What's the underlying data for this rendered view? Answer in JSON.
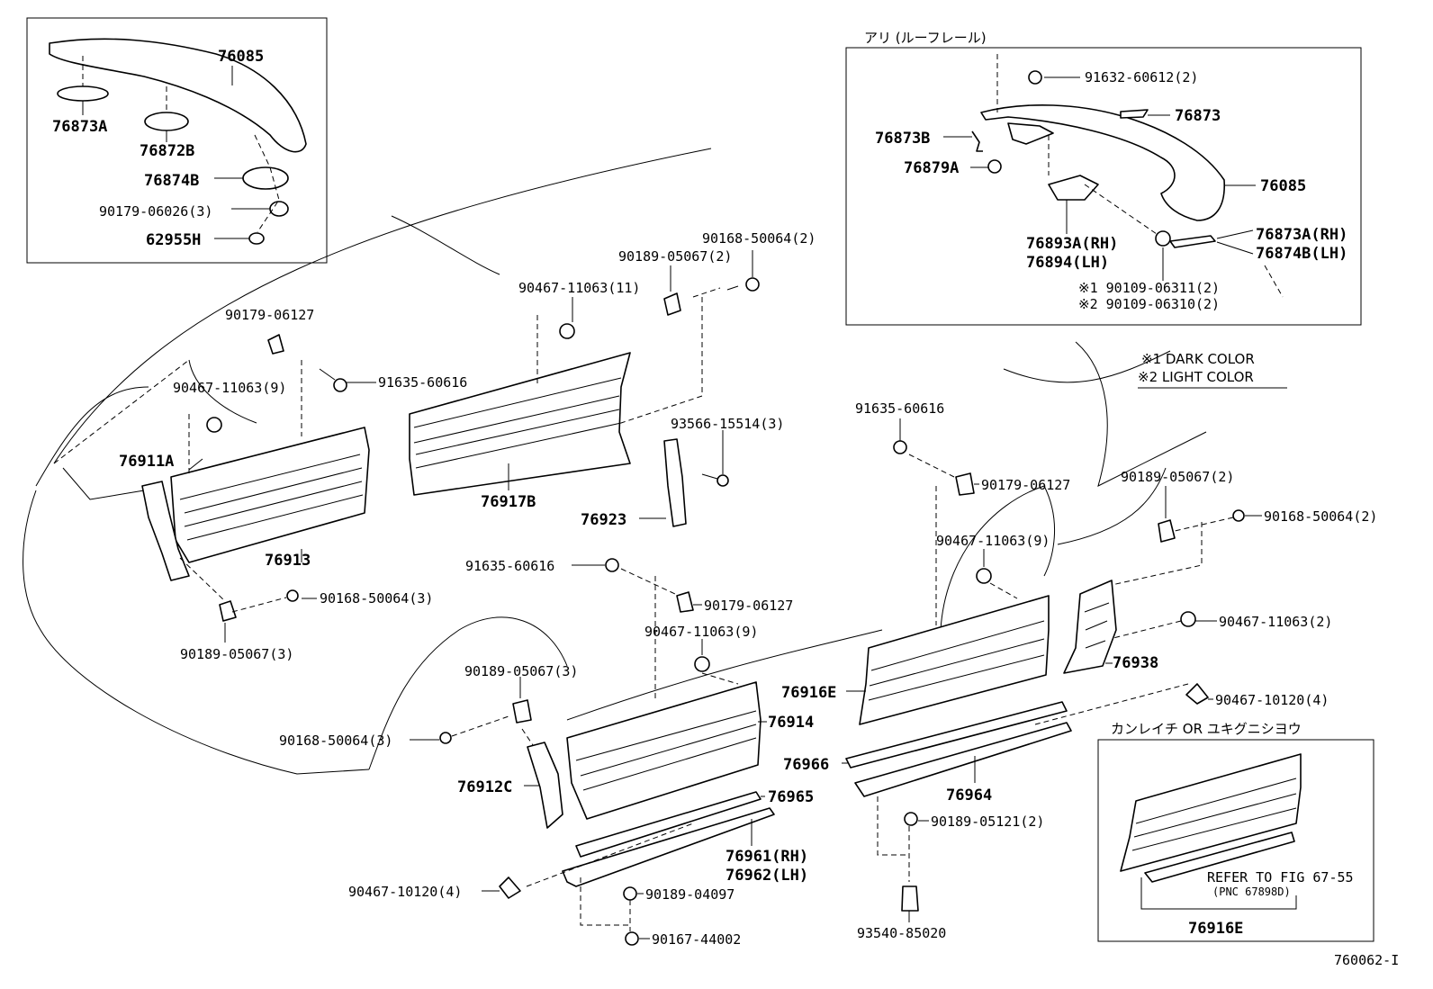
{
  "title_code": "760062-I",
  "legend": {
    "dark": "※1 DARK COLOR",
    "light": "※2 LIGHT COLOR"
  },
  "boxes": {
    "roof_rail_title": "アリ (ルーフレール)",
    "alt_title": "カンレイチ OR ユキグニシヨウ",
    "refer": "REFER TO FIG 67-55",
    "refer_pnc": "(PNC 67898D)"
  },
  "labels": {
    "topleft_76085": "76085",
    "topleft_76873A": "76873A",
    "topleft_76872B": "76872B",
    "topleft_76874B": "76874B",
    "topleft_90179_06026": "90179-06026(3)",
    "topleft_62955H": "62955H",
    "rr_91632": "91632-60612(2)",
    "rr_76873": "76873",
    "rr_76873B": "76873B",
    "rr_76879A": "76879A",
    "rr_76085": "76085",
    "rr_76893A": "76893A(RH)",
    "rr_76894": "76894(LH)",
    "rr_76873A": "76873A(RH)",
    "rr_76874B": "76874B(LH)",
    "rr_90109_06311": "※1 90109-06311(2)",
    "rr_90109_06310": "※2 90109-06310(2)",
    "m_90168_50064_2": "90168-50064(2)",
    "m_90189_05067_2": "90189-05067(2)",
    "m_90467_11063_11": "90467-11063(11)",
    "m_90179_06127_a": "90179-06127",
    "m_91635_60616_a": "91635-60616",
    "m_90467_11063_9a": "90467-11063(9)",
    "m_76911A": "76911A",
    "m_76913": "76913",
    "m_76917B": "76917B",
    "m_93566": "93566-15514(3)",
    "m_76923": "76923",
    "m_91635_60616_b": "91635-60616",
    "m_90179_06127_b": "90179-06127",
    "m_90168_50064_3a": "90168-50064(3)",
    "m_90189_05067_3a": "90189-05067(3)",
    "m_90467_11063_9b": "90467-11063(9)",
    "m_90189_05067_3b": "90189-05067(3)",
    "m_90168_50064_3b": "90168-50064(3)",
    "m_76914": "76914",
    "m_76912C": "76912C",
    "m_76965": "76965",
    "m_76961": "76961(RH)",
    "m_76962": "76962(LH)",
    "m_90467_10120_4a": "90467-10120(4)",
    "m_90189_04097": "90189-04097",
    "m_90167_44002": "90167-44002",
    "r_91635_60616": "91635-60616",
    "r_90179_06127": "90179-06127",
    "r_90467_11063_9": "90467-11063(9)",
    "r_90189_05067_2": "90189-05067(2)",
    "r_90168_50064_2": "90168-50064(2)",
    "r_90467_11063_2": "90467-11063(2)",
    "r_76938": "76938",
    "r_90467_10120_4": "90467-10120(4)",
    "r_76916E": "76916E",
    "r_76966": "76966",
    "r_76964": "76964",
    "r_90189_05121": "90189-05121(2)",
    "r_93540": "93540-85020",
    "alt_76916E": "76916E"
  }
}
